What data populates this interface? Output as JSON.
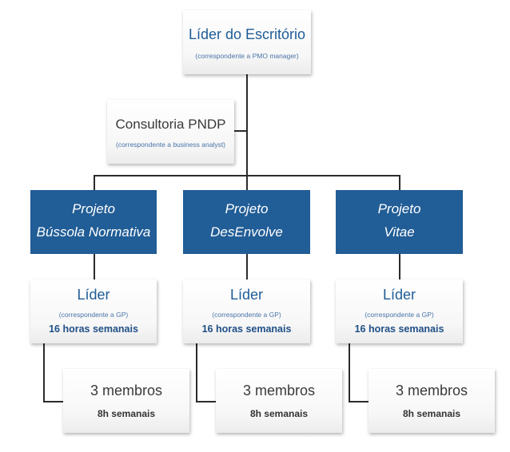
{
  "top": {
    "title": "Líder do Escritório",
    "subtitle": "(correspondente a PMO manager)"
  },
  "consultoria": {
    "title": "Consultoria PNDP",
    "subtitle": "(correspondente a business analyst)"
  },
  "projects": [
    {
      "line1": "Projeto",
      "line2": "Bússola Normativa",
      "leader": {
        "title": "Líder",
        "subtitle": "(correspondente a GP)",
        "hours": "16 horas semanais"
      },
      "members": {
        "title": "3 membros",
        "hours": "8h semanais"
      }
    },
    {
      "line1": "Projeto",
      "line2": "DesEnvolve",
      "leader": {
        "title": "Líder",
        "subtitle": "(correspondente a GP)",
        "hours": "16 horas semanais"
      },
      "members": {
        "title": "3 membros",
        "hours": "8h semanais"
      }
    },
    {
      "line1": "Projeto",
      "line2": "Vitae",
      "leader": {
        "title": "Líder",
        "subtitle": "(correspondente a GP)",
        "hours": "16 horas semanais"
      },
      "members": {
        "title": "3 membros",
        "hours": "8h semanais"
      }
    }
  ],
  "colors": {
    "project_fill": "#215d96",
    "title_blue": "#1f5c97",
    "subtitle_blue": "#4a74a8",
    "connector": "#2b2b2b"
  }
}
